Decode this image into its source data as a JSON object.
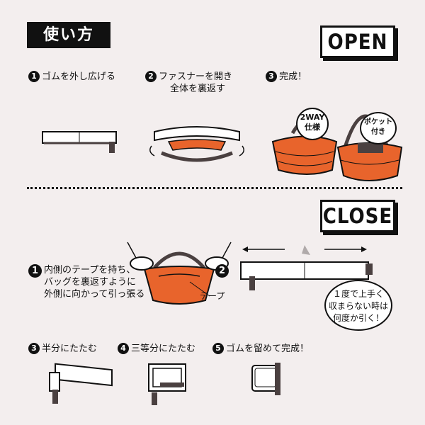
{
  "header": {
    "title": "使い方"
  },
  "open": {
    "label": "OPEN",
    "steps": [
      {
        "num": "1",
        "text": "ゴムを外し広げる"
      },
      {
        "num": "2",
        "lines": [
          "ファスナーを開き",
          "全体を裏返す"
        ]
      },
      {
        "num": "3",
        "text": "完成！"
      }
    ],
    "bubbles": {
      "two_way": [
        "2WAY",
        "仕様"
      ],
      "pocket": [
        "ポケット",
        "付き"
      ]
    }
  },
  "close": {
    "label": "CLOSE",
    "step1": {
      "num": "1",
      "lines": [
        "内側のテープを持ち、",
        "バッグを裏返すように",
        "外側に向かって引っ張る"
      ]
    },
    "tape_label": "テープ",
    "step2": {
      "num": "2"
    },
    "hint_lines": [
      "１度で上手く",
      "収まらない時は",
      "何度か引く！"
    ],
    "bottom_steps": [
      {
        "num": "3",
        "text": "半分にたたむ"
      },
      {
        "num": "4",
        "text": "三等分にたたむ"
      },
      {
        "num": "5",
        "text": "ゴムを留めて完成！"
      }
    ]
  },
  "colors": {
    "orange": "#e8642c",
    "ink": "#111111",
    "bg": "#f3eeee",
    "strap": "#4a4040"
  }
}
